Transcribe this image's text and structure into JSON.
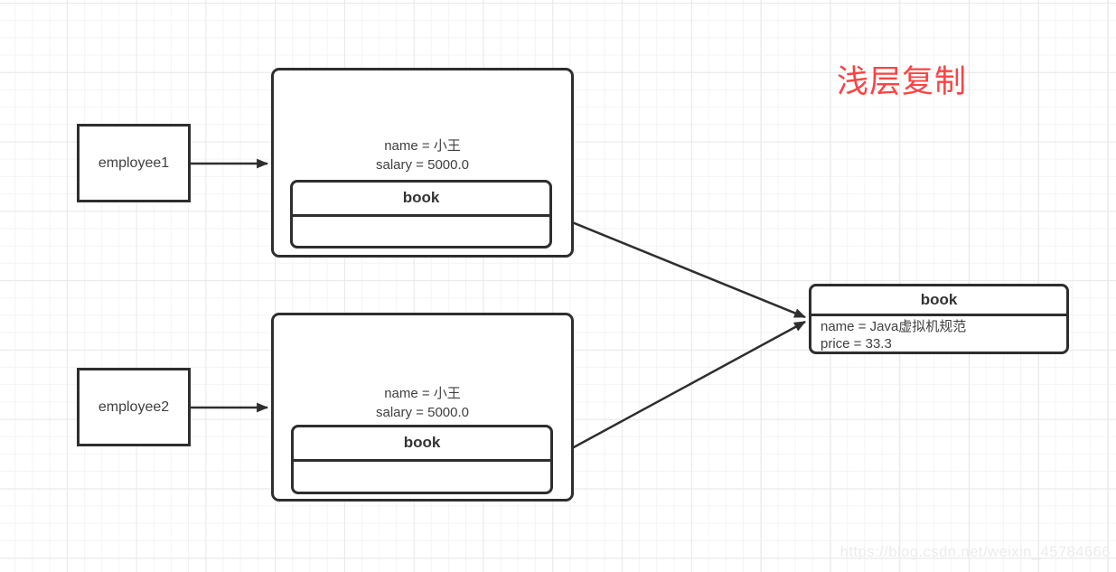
{
  "title": {
    "text": "浅层复制",
    "color": "#fa4343"
  },
  "watermark": {
    "text": "https://blog.csdn.net/weixin_45784666"
  },
  "nodes": {
    "employee1": {
      "label": "employee1"
    },
    "employee2": {
      "label": "employee2"
    },
    "object1": {
      "line1": "name = 小王",
      "line2": "salary = 5000.0",
      "book": {
        "header": "book"
      }
    },
    "object2": {
      "line1": "name = 小王",
      "line2": "salary = 5000.0",
      "book": {
        "header": "book"
      }
    },
    "shared_book": {
      "header": "book",
      "line1": "name = Java虚拟机规范",
      "line2": "price = 33.3"
    }
  },
  "edges": [
    {
      "name": "employee1-to-object1",
      "from": "employee1",
      "to": "object1"
    },
    {
      "name": "employee2-to-object2",
      "from": "employee2",
      "to": "object2"
    },
    {
      "name": "object1-book-to-shared-book",
      "from": "object1.book",
      "to": "shared_book"
    },
    {
      "name": "object2-book-to-shared-book",
      "from": "object2.book",
      "to": "shared_book"
    }
  ],
  "colors": {
    "box_border": "#2e2e2e",
    "text": "#404040",
    "title_red": "#fa4343",
    "watermark_gray": "#ececec",
    "grid_minor": "#f4f4f4",
    "grid_major": "#e9e9e9"
  }
}
